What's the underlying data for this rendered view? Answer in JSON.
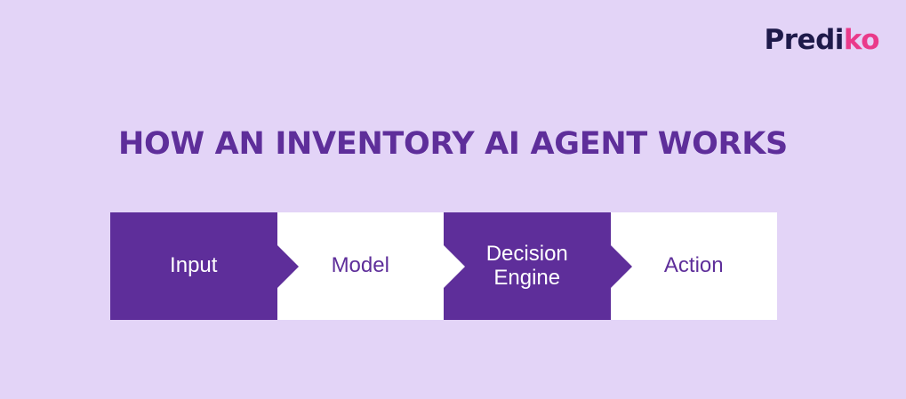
{
  "logo": {
    "text_main": "Predi",
    "text_accent": "ko"
  },
  "title": "HOW AN INVENTORY AI AGENT WORKS",
  "steps": [
    {
      "label": "Input"
    },
    {
      "label": "Model"
    },
    {
      "label": "Decision\nEngine"
    },
    {
      "label": "Action"
    }
  ],
  "colors": {
    "background": "#e3d4f7",
    "primary": "#5e2e9a",
    "logo_dark": "#1e1a4a",
    "logo_accent": "#ea3a8a",
    "light_box": "#ffffff"
  }
}
